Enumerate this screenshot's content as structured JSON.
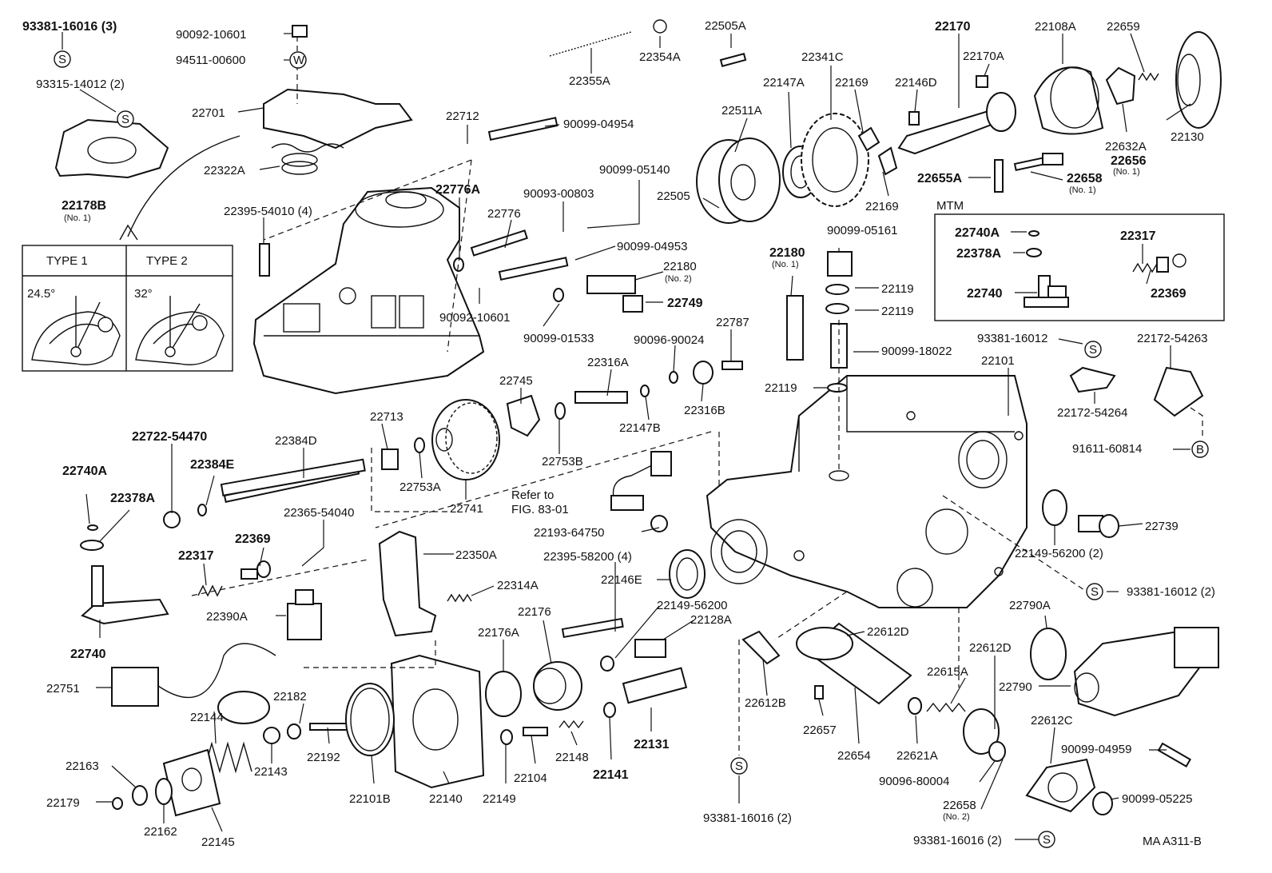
{
  "labels": [
    {
      "text": "93381-16016 (3)"
    },
    {
      "text": "93315-14012 (2)"
    },
    {
      "text": "22178B"
    },
    {
      "text": "(No. 1)"
    },
    {
      "text": "90092-10601"
    },
    {
      "text": "94511-00600"
    },
    {
      "text": "22701"
    },
    {
      "text": "22322A"
    },
    {
      "text": "22355A"
    },
    {
      "text": "22354A"
    },
    {
      "text": "22505A"
    },
    {
      "text": "22511A"
    },
    {
      "text": "22147A"
    },
    {
      "text": "22341C"
    },
    {
      "text": "22169"
    },
    {
      "text": "22146D"
    },
    {
      "text": "22170"
    },
    {
      "text": "22170A"
    },
    {
      "text": "22108A"
    },
    {
      "text": "22659"
    },
    {
      "text": "22130"
    },
    {
      "text": "22632A"
    },
    {
      "text": "22656"
    },
    {
      "text": "(No. 1)"
    },
    {
      "text": "22655A"
    },
    {
      "text": "22658"
    },
    {
      "text": "(No. 1)"
    },
    {
      "text": "22169"
    },
    {
      "text": "22505"
    },
    {
      "text": "22712"
    },
    {
      "text": "90099-04954"
    },
    {
      "text": "90099-05140"
    },
    {
      "text": "90093-00803"
    },
    {
      "text": "22776A"
    },
    {
      "text": "22776"
    },
    {
      "text": "90099-04953"
    },
    {
      "text": "22180"
    },
    {
      "text": "(No. 2)"
    },
    {
      "text": "22749"
    },
    {
      "text": "90092-10601"
    },
    {
      "text": "90099-01533"
    },
    {
      "text": "22395-54010 (4)"
    },
    {
      "text": "22180"
    },
    {
      "text": "(No. 1)"
    },
    {
      "text": "90099-05161"
    },
    {
      "text": "22119"
    },
    {
      "text": "22119"
    },
    {
      "text": "90099-18022"
    },
    {
      "text": "22119"
    },
    {
      "text": "MTM"
    },
    {
      "text": "22740A"
    },
    {
      "text": "22378A"
    },
    {
      "text": "22740"
    },
    {
      "text": "22317"
    },
    {
      "text": "22369"
    },
    {
      "text": "93381-16012"
    },
    {
      "text": "22172-54263"
    },
    {
      "text": "22172-54264"
    },
    {
      "text": "91611-60814"
    },
    {
      "text": "22101"
    },
    {
      "text": "22787"
    },
    {
      "text": "90096-90024"
    },
    {
      "text": "22316A"
    },
    {
      "text": "22316B"
    },
    {
      "text": "22147B"
    },
    {
      "text": "22745"
    },
    {
      "text": "22753B"
    },
    {
      "text": "22713"
    },
    {
      "text": "22753A"
    },
    {
      "text": "22741"
    },
    {
      "text": "22722-54470"
    },
    {
      "text": "22384D"
    },
    {
      "text": "22384E"
    },
    {
      "text": "22740A"
    },
    {
      "text": "22378A"
    },
    {
      "text": "22365-54040"
    },
    {
      "text": "22369"
    },
    {
      "text": "22317"
    },
    {
      "text": "22740"
    },
    {
      "text": "Refer to"
    },
    {
      "text": "FIG. 83-01"
    },
    {
      "text": "22193-64750"
    },
    {
      "text": "22350A"
    },
    {
      "text": "22314A"
    },
    {
      "text": "22390A"
    },
    {
      "text": "22751"
    },
    {
      "text": "22395-58200 (4)"
    },
    {
      "text": "22146E"
    },
    {
      "text": "22149-56200"
    },
    {
      "text": "22128A"
    },
    {
      "text": "22176"
    },
    {
      "text": "22176A"
    },
    {
      "text": "22739"
    },
    {
      "text": "22149-56200 (2)"
    },
    {
      "text": "93381-16012 (2)"
    },
    {
      "text": "22790A"
    },
    {
      "text": "22790"
    },
    {
      "text": "22612D"
    },
    {
      "text": "22612D"
    },
    {
      "text": "22615A"
    },
    {
      "text": "22612C"
    },
    {
      "text": "90099-04959"
    },
    {
      "text": "90099-05225"
    },
    {
      "text": "22612B"
    },
    {
      "text": "22657"
    },
    {
      "text": "22654"
    },
    {
      "text": "22621A"
    },
    {
      "text": "90096-80004"
    },
    {
      "text": "22658"
    },
    {
      "text": "(No. 2)"
    },
    {
      "text": "93381-16016 (2)"
    },
    {
      "text": "93381-16016 (2)"
    },
    {
      "text": "MA  A311-B"
    },
    {
      "text": "22182"
    },
    {
      "text": "22144"
    },
    {
      "text": "22143"
    },
    {
      "text": "22192"
    },
    {
      "text": "22163"
    },
    {
      "text": "22179"
    },
    {
      "text": "22162"
    },
    {
      "text": "22145"
    },
    {
      "text": "22101B"
    },
    {
      "text": "22140"
    },
    {
      "text": "22149"
    },
    {
      "text": "22104"
    },
    {
      "text": "22148"
    },
    {
      "text": "22141"
    },
    {
      "text": "22131"
    }
  ],
  "type_table": {
    "type1": "TYPE  1",
    "type2": "TYPE  2",
    "angle1": "24.5°",
    "angle2": "32°"
  },
  "symbols": {
    "s": "S",
    "w": "W",
    "b": "B"
  }
}
